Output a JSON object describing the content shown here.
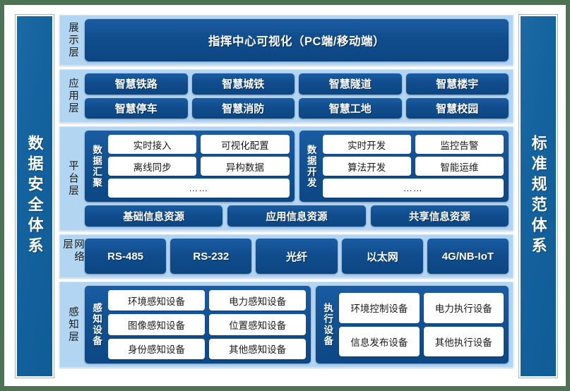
{
  "diagram": {
    "left_pillar": "数据安全体系",
    "right_pillar": "标准规范体系"
  },
  "layers": {
    "display": {
      "label": "展示层",
      "banner": "指挥中心可视化（PC端/移动端）"
    },
    "application": {
      "label": "应用层",
      "items": [
        "智慧铁路",
        "智慧城铁",
        "智慧隧道",
        "智慧楼宇",
        "智慧停车",
        "智慧消防",
        "智慧工地",
        "智慧校园"
      ]
    },
    "platform": {
      "label": "平台层",
      "groups": [
        {
          "name": "数据汇聚",
          "items": [
            "实时接入",
            "可视化配置",
            "离线同步",
            "异构数据"
          ],
          "more": "……"
        },
        {
          "name": "数据开发",
          "items": [
            "实时开发",
            "监控告警",
            "算法开发",
            "智能运维"
          ],
          "more": "……"
        }
      ],
      "resources": [
        "基础信息资源",
        "应用信息资源",
        "共享信息资源"
      ]
    },
    "network": {
      "label": "网络层",
      "items": [
        "RS-485",
        "RS-232",
        "光纤",
        "以太网",
        "4G/NB-IoT"
      ]
    },
    "sensing": {
      "label": "感知层",
      "groups": [
        {
          "name": "感知设备",
          "items": [
            "环境感知设备",
            "电力感知设备",
            "图像感知设备",
            "位置感知设备",
            "身份感知设备",
            "其他感知设备"
          ]
        },
        {
          "name": "执行设备",
          "items": [
            "环境控制设备",
            "电力执行设备",
            "信息发布设备",
            "其他执行设备"
          ]
        }
      ]
    }
  },
  "colors": {
    "page_background": "#4e7254",
    "card_background": "#ffffff",
    "layer_background": "#b2d5f2",
    "navy_block": "#114d8d",
    "pillar_blue": "#15639e",
    "cell_white": "#ffffff",
    "text_dark": "#1a1a1a",
    "text_light": "#ffffff"
  }
}
